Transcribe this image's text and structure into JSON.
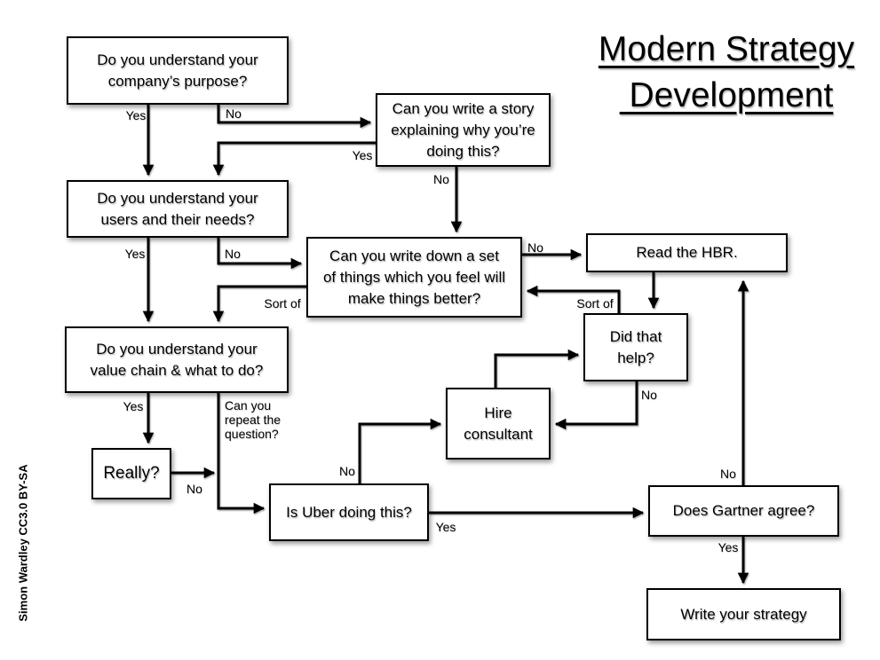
{
  "title": {
    "line1": "Modern Strategy",
    "line2": " Development"
  },
  "attribution": "Simon Wardley CC3.0 BY-SA",
  "nodes": {
    "purpose": [
      "Do you understand your",
      "company’s purpose?"
    ],
    "story": [
      "Can you write a story",
      "explaining why you’re",
      "doing this?"
    ],
    "users": [
      "Do you understand your",
      "users and their needs?"
    ],
    "writedown": [
      "Can you write down a set",
      "of things which you feel will",
      "make things better?"
    ],
    "hbr": [
      "Read the HBR."
    ],
    "valuechain": [
      "Do you understand your",
      "value chain & what to do?"
    ],
    "didhelp": [
      "Did that",
      "help?"
    ],
    "hire": [
      "Hire",
      "consultant"
    ],
    "really": [
      "Really?"
    ],
    "uber": [
      "Is Uber doing this?"
    ],
    "gartner": [
      "Does Gartner agree?"
    ],
    "write": [
      "Write your strategy"
    ]
  },
  "edge_labels": {
    "purpose_yes": "Yes",
    "purpose_no": "No",
    "story_yes": "Yes",
    "story_no": "No",
    "users_yes": "Yes",
    "users_no": "No",
    "writedown_sort_of": "Sort of",
    "writedown_no": "No",
    "didhelp_sort_of": "Sort of",
    "didhelp_no": "No",
    "valuechain_yes": "Yes",
    "valuechain_sort_of": "Can you repeat the question?",
    "really_no": "No",
    "uber_no": "No",
    "uber_yes": "Yes",
    "gartner_no": "No",
    "gartner_yes": "Yes"
  },
  "colors": {
    "line": "#000000",
    "box_background": "#ffffff",
    "text": "#000000"
  }
}
